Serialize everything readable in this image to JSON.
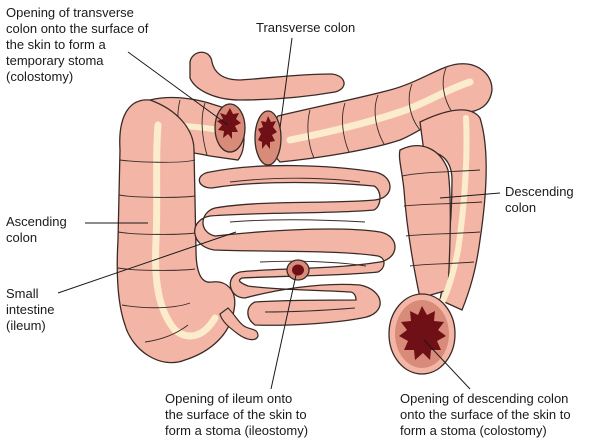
{
  "labels": {
    "transverse_stoma": {
      "line1": "Opening of transverse",
      "line2": "colon onto the surface of",
      "line3": "the skin to form a",
      "line4": "temporary stoma",
      "line5": "(colostomy)"
    },
    "transverse_colon": {
      "line1": "Transverse colon"
    },
    "ascending_colon": {
      "line1": "Ascending",
      "line2": "colon"
    },
    "small_intestine": {
      "line1": "Small",
      "line2": "intestine",
      "line3": "(ileum)"
    },
    "descending_colon": {
      "line1": "Descending",
      "line2": "colon"
    },
    "ileostomy": {
      "line1": "Opening of ileum onto",
      "line2": "the surface of the skin to",
      "line3": "form a stoma (ileostomy)"
    },
    "descending_stoma": {
      "line1": "Opening of descending colon",
      "line2": "onto the surface of the skin to",
      "line3": "form a stoma (colostomy)"
    }
  },
  "colors": {
    "tissue_fill": "#f3b6a6",
    "tissue_outline": "#3a2a26",
    "lumen_highlight": "#fbeccb",
    "stoma_interior": "#6e1016",
    "stoma_rim": "#d98b7a",
    "leader_line": "#1a1a1a"
  }
}
